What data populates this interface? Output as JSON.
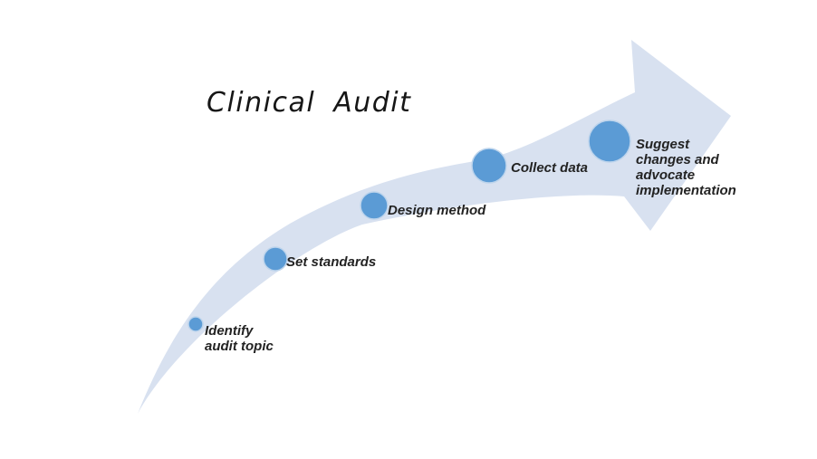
{
  "title": "Clinical Audit",
  "colors": {
    "background": "#ffffff",
    "arrow_fill": "#d8e1f0",
    "circle_fill": "#5b9bd5",
    "circle_stroke": "#bdd4ec",
    "text": "#232323",
    "title_text": "#161616"
  },
  "diagram": {
    "kind": "curved-process-arrow",
    "direction": "bottom-left to top-right",
    "step_count": "5"
  },
  "steps": [
    {
      "label": "Identify audit topic"
    },
    {
      "label": "Set standards"
    },
    {
      "label": "Design method"
    },
    {
      "label": "Collect data"
    },
    {
      "label": "Suggest changes and advocate implementation"
    }
  ]
}
